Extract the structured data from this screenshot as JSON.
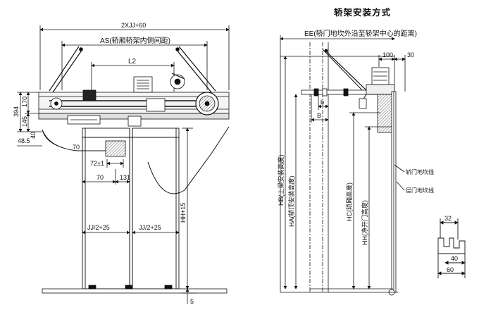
{
  "title": "轿架安装方式",
  "left_view": {
    "dim_top": "2XJJ+60",
    "dim_as": "AS(轿厢轿架内侧间距)",
    "dim_l2": "L2",
    "dim_394": "394",
    "dim_170": "170",
    "dim_145": "145",
    "dim_40": "40",
    "dim_48_5": "48.5",
    "dim_70a": "70",
    "dim_72": "72±1",
    "dim_70b": "70",
    "dim_131": "131",
    "dim_jj_left": "JJ/2+25",
    "dim_jj_right": "JJ/2+25",
    "dim_hh": "HH+15",
    "dim_5": "5"
  },
  "right_view": {
    "dim_ee": "EE(轿门地坎外沿至轿架中心的距离)",
    "dim_100": "100",
    "dim_30": "30",
    "dim_b_small": "b",
    "dim_b_large": "B",
    "dim_hb": "HB(上梁安装高度)",
    "dim_ha": "HA(轿顶安装高度)",
    "dim_hc": "HC(轿厢高度)",
    "dim_hh": "HH(净开门高度)",
    "label_car_sill": "轿门地坎线",
    "label_landing_sill": "层门地坎线"
  },
  "detail": {
    "dim_32": "32",
    "dim_40": "40",
    "dim_60": "60"
  }
}
